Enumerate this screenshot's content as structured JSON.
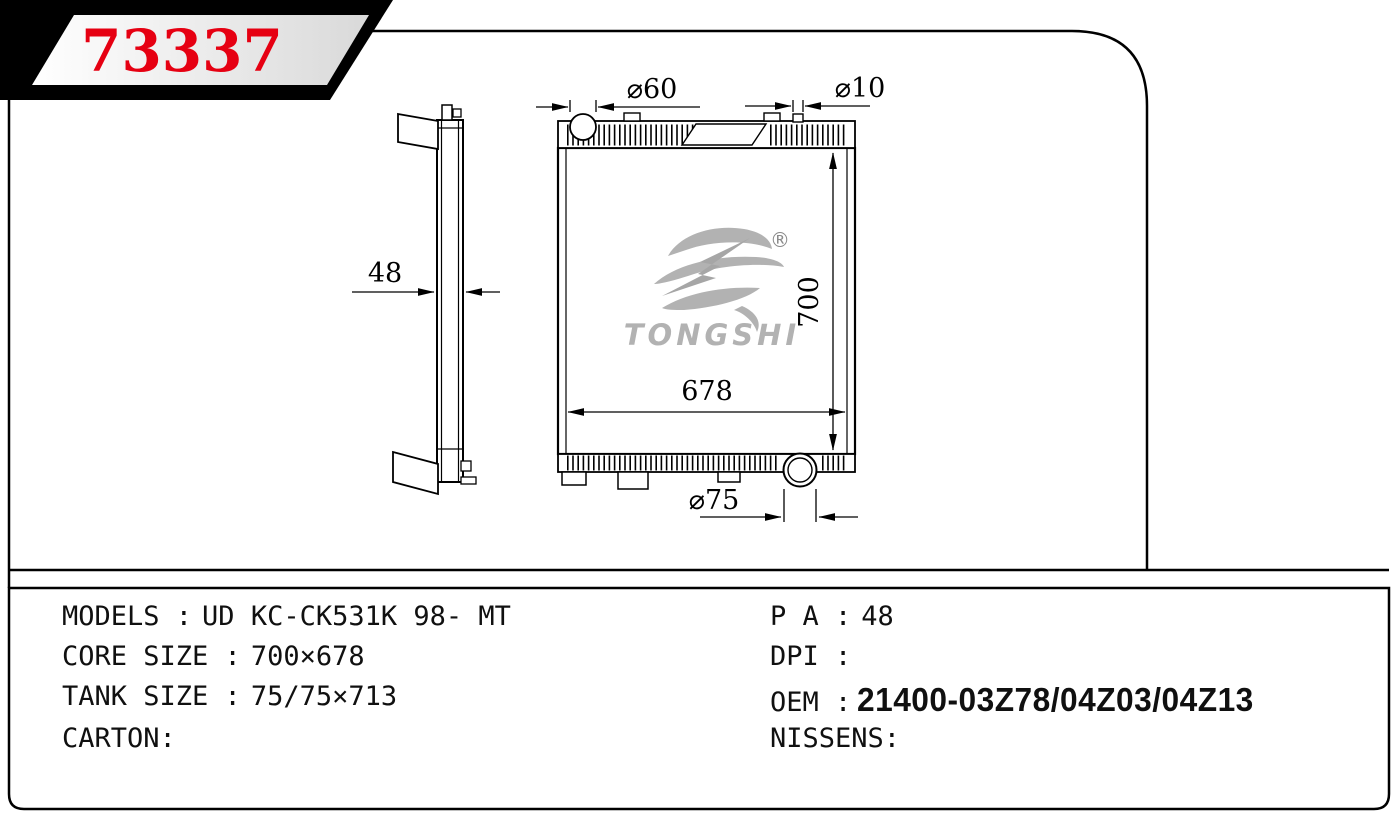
{
  "banner": {
    "part_number": "73337"
  },
  "logo": {
    "brand": "TONGSHI",
    "registered": "®"
  },
  "drawing": {
    "dim_side_thickness": "48",
    "dim_top_port": "⌀60",
    "dim_top_small_port": "⌀10",
    "dim_height": "700",
    "dim_width": "678",
    "dim_bottom_pipe": "⌀75"
  },
  "specs": {
    "left": [
      {
        "label": "MODELS :",
        "value": "UD KC-CK531K 98- MT"
      },
      {
        "label": "CORE SIZE :",
        "value": "700×678"
      },
      {
        "label": "TANK SIZE :",
        "value": "75/75×713"
      },
      {
        "label": "CARTON:",
        "value": ""
      }
    ],
    "right": [
      {
        "label": "P A :",
        "value": "48"
      },
      {
        "label": "DPI :",
        "value": ""
      },
      {
        "label": "OEM :",
        "value": "21400-03Z78/04Z03/04Z13"
      },
      {
        "label": "NISSENS:",
        "value": ""
      }
    ]
  },
  "colors": {
    "accent_red": "#e60012",
    "logo_gray": "#b2b2b2",
    "line_black": "#000000"
  }
}
